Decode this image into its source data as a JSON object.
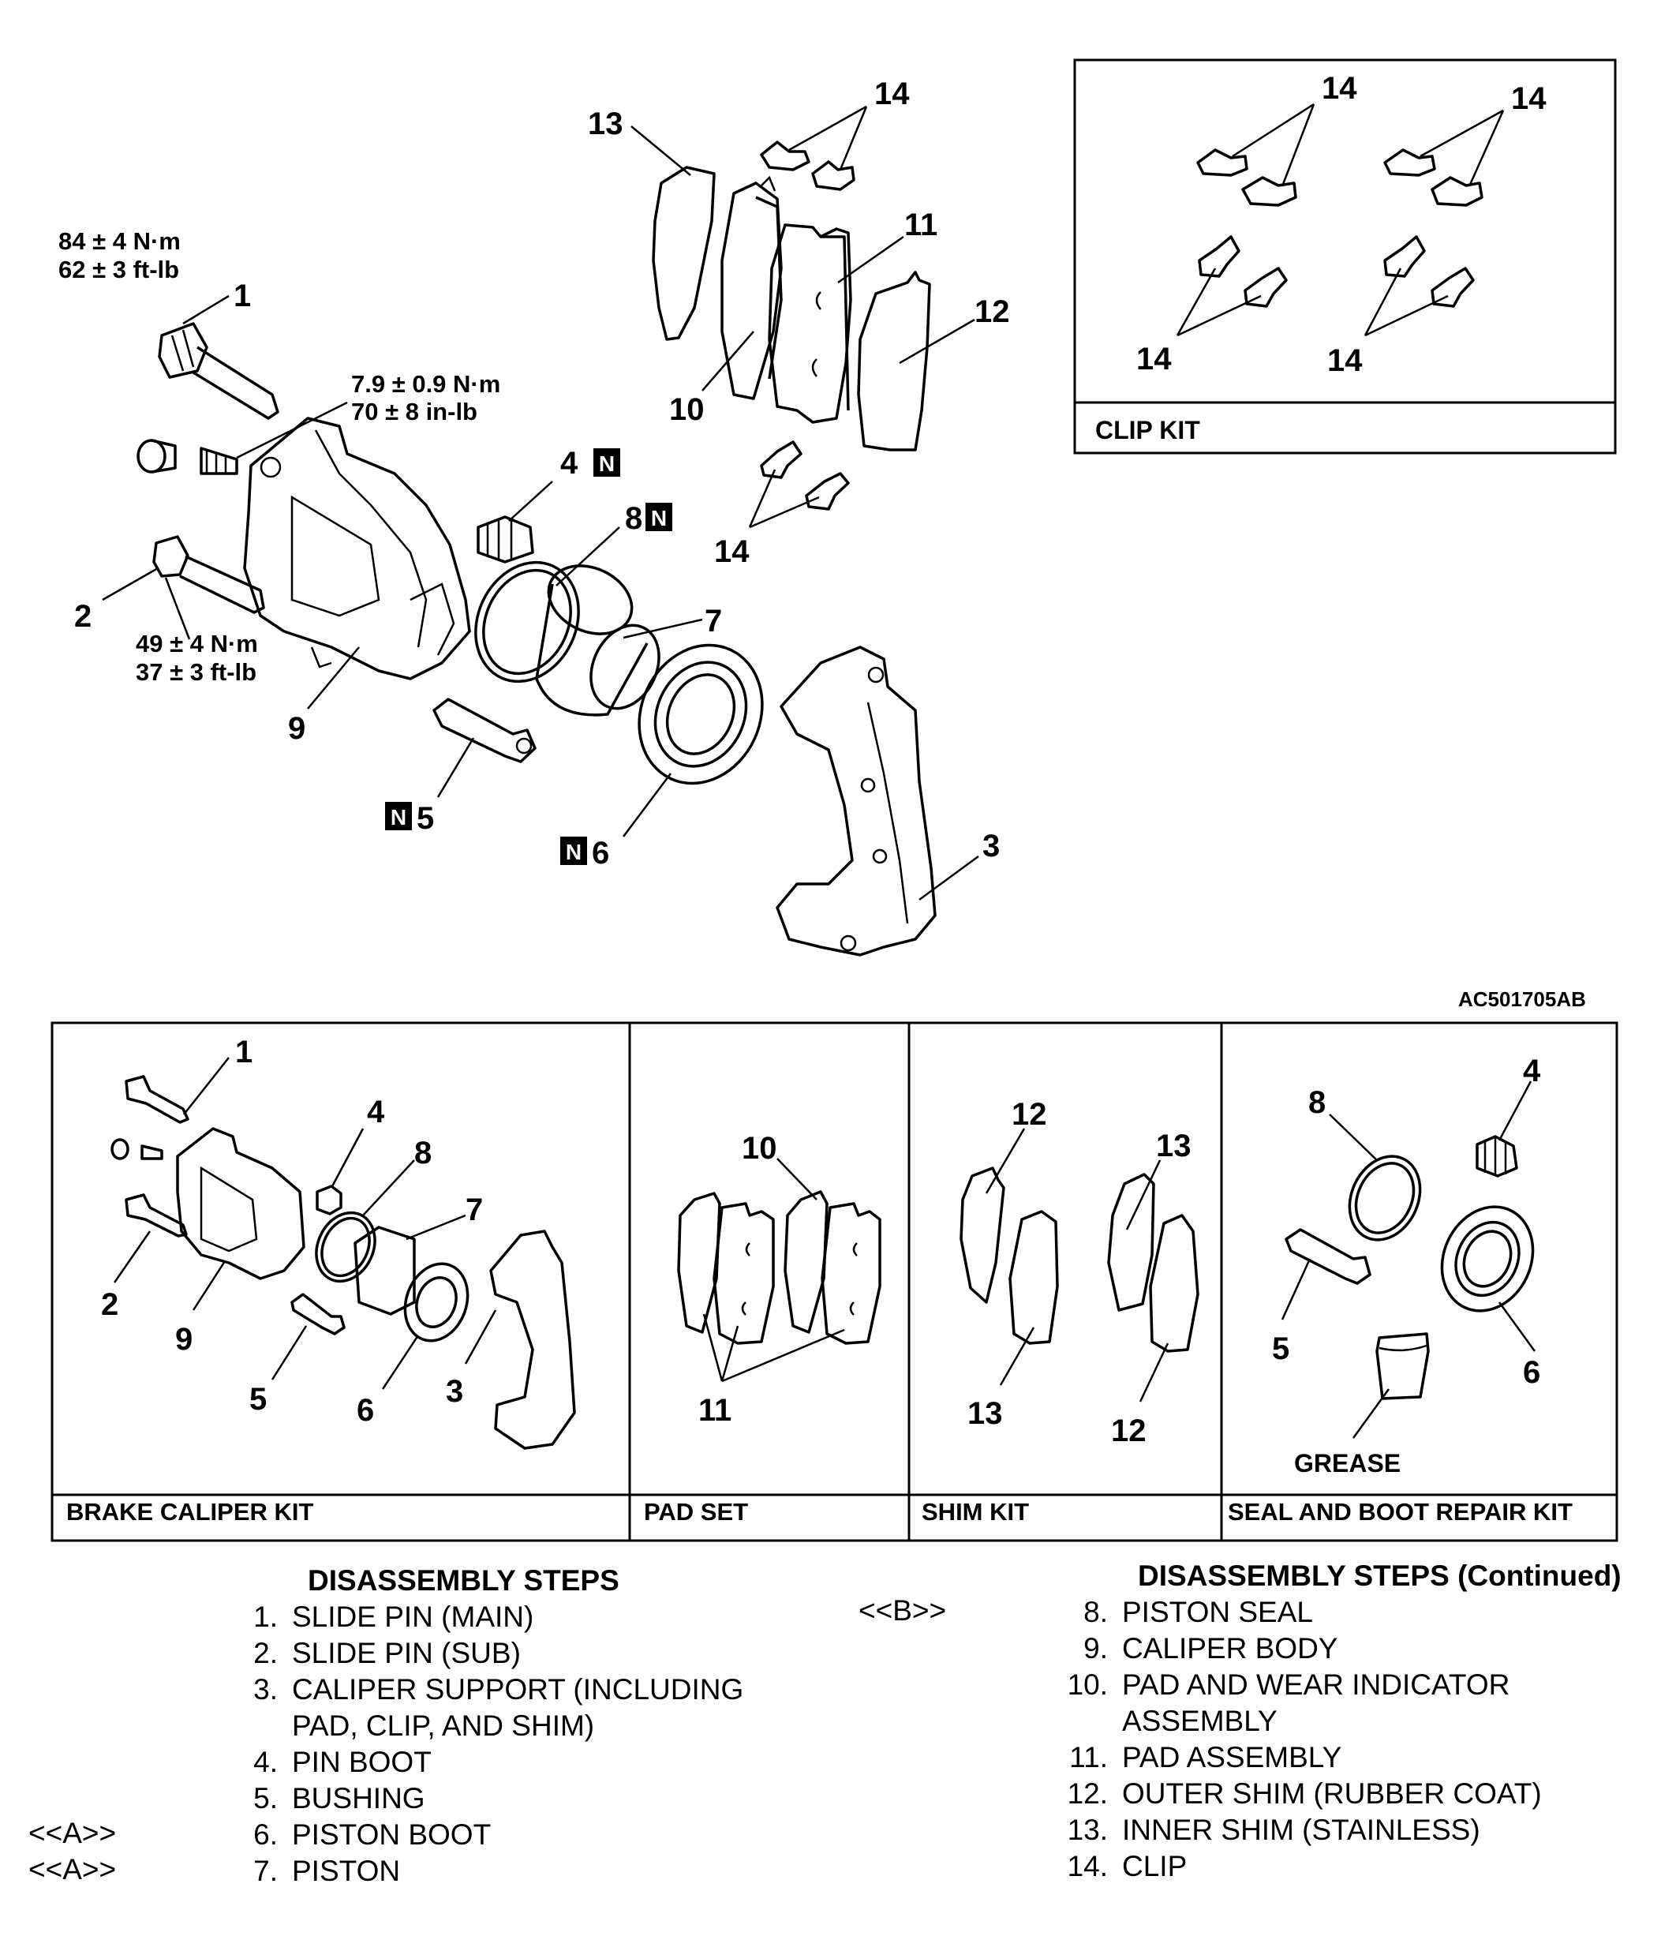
{
  "top_diagram": {
    "torque_1": [
      "84 ± 4 N·m",
      "62 ± 3 ft-lb"
    ],
    "torque_bleeder": [
      "7.9 ± 0.9 N·m",
      "70 ± 8 in-lb"
    ],
    "torque_2": [
      "49 ± 4 N·m",
      "37 ± 3 ft-lb"
    ],
    "new_part_marker": "N",
    "figure_code": "AC501705AB",
    "callouts": [
      "1",
      "2",
      "3",
      "4",
      "5",
      "6",
      "7",
      "8",
      "9",
      "10",
      "11",
      "12",
      "13",
      "14"
    ]
  },
  "clip_kit": {
    "title": "CLIP KIT",
    "callout": "14"
  },
  "kits": [
    {
      "title": "BRAKE CALIPER KIT"
    },
    {
      "title": "PAD SET"
    },
    {
      "title": "SHIM KIT"
    },
    {
      "title": "SEAL AND BOOT REPAIR KIT",
      "grease_label": "GREASE"
    }
  ],
  "steps_left": {
    "heading": "DISASSEMBLY STEPS",
    "items": [
      {
        "marker": "",
        "num": "1.",
        "text": "SLIDE PIN (MAIN)"
      },
      {
        "marker": "",
        "num": "2.",
        "text": "SLIDE PIN (SUB)"
      },
      {
        "marker": "",
        "num": "3.",
        "text": "CALIPER SUPPORT (INCLUDING"
      },
      {
        "marker": "",
        "num": "",
        "text": "PAD, CLIP, AND SHIM)"
      },
      {
        "marker": "",
        "num": "4.",
        "text": "PIN BOOT"
      },
      {
        "marker": "",
        "num": "5.",
        "text": "BUSHING"
      },
      {
        "marker": "<<A>>",
        "num": "6.",
        "text": "PISTON BOOT"
      },
      {
        "marker": "<<A>>",
        "num": "7.",
        "text": "PISTON"
      }
    ]
  },
  "steps_right": {
    "heading": "DISASSEMBLY STEPS (Continued)",
    "items": [
      {
        "marker": "<<B>>",
        "num": "8.",
        "text": "PISTON SEAL"
      },
      {
        "marker": "",
        "num": "9.",
        "text": "CALIPER BODY"
      },
      {
        "marker": "",
        "num": "10.",
        "text": "PAD AND WEAR INDICATOR"
      },
      {
        "marker": "",
        "num": "",
        "text": "ASSEMBLY"
      },
      {
        "marker": "",
        "num": "11.",
        "text": "PAD ASSEMBLY"
      },
      {
        "marker": "",
        "num": "12.",
        "text": "OUTER SHIM (RUBBER COAT)"
      },
      {
        "marker": "",
        "num": "13.",
        "text": "INNER SHIM (STAINLESS)"
      },
      {
        "marker": "",
        "num": "14.",
        "text": "CLIP"
      }
    ]
  }
}
